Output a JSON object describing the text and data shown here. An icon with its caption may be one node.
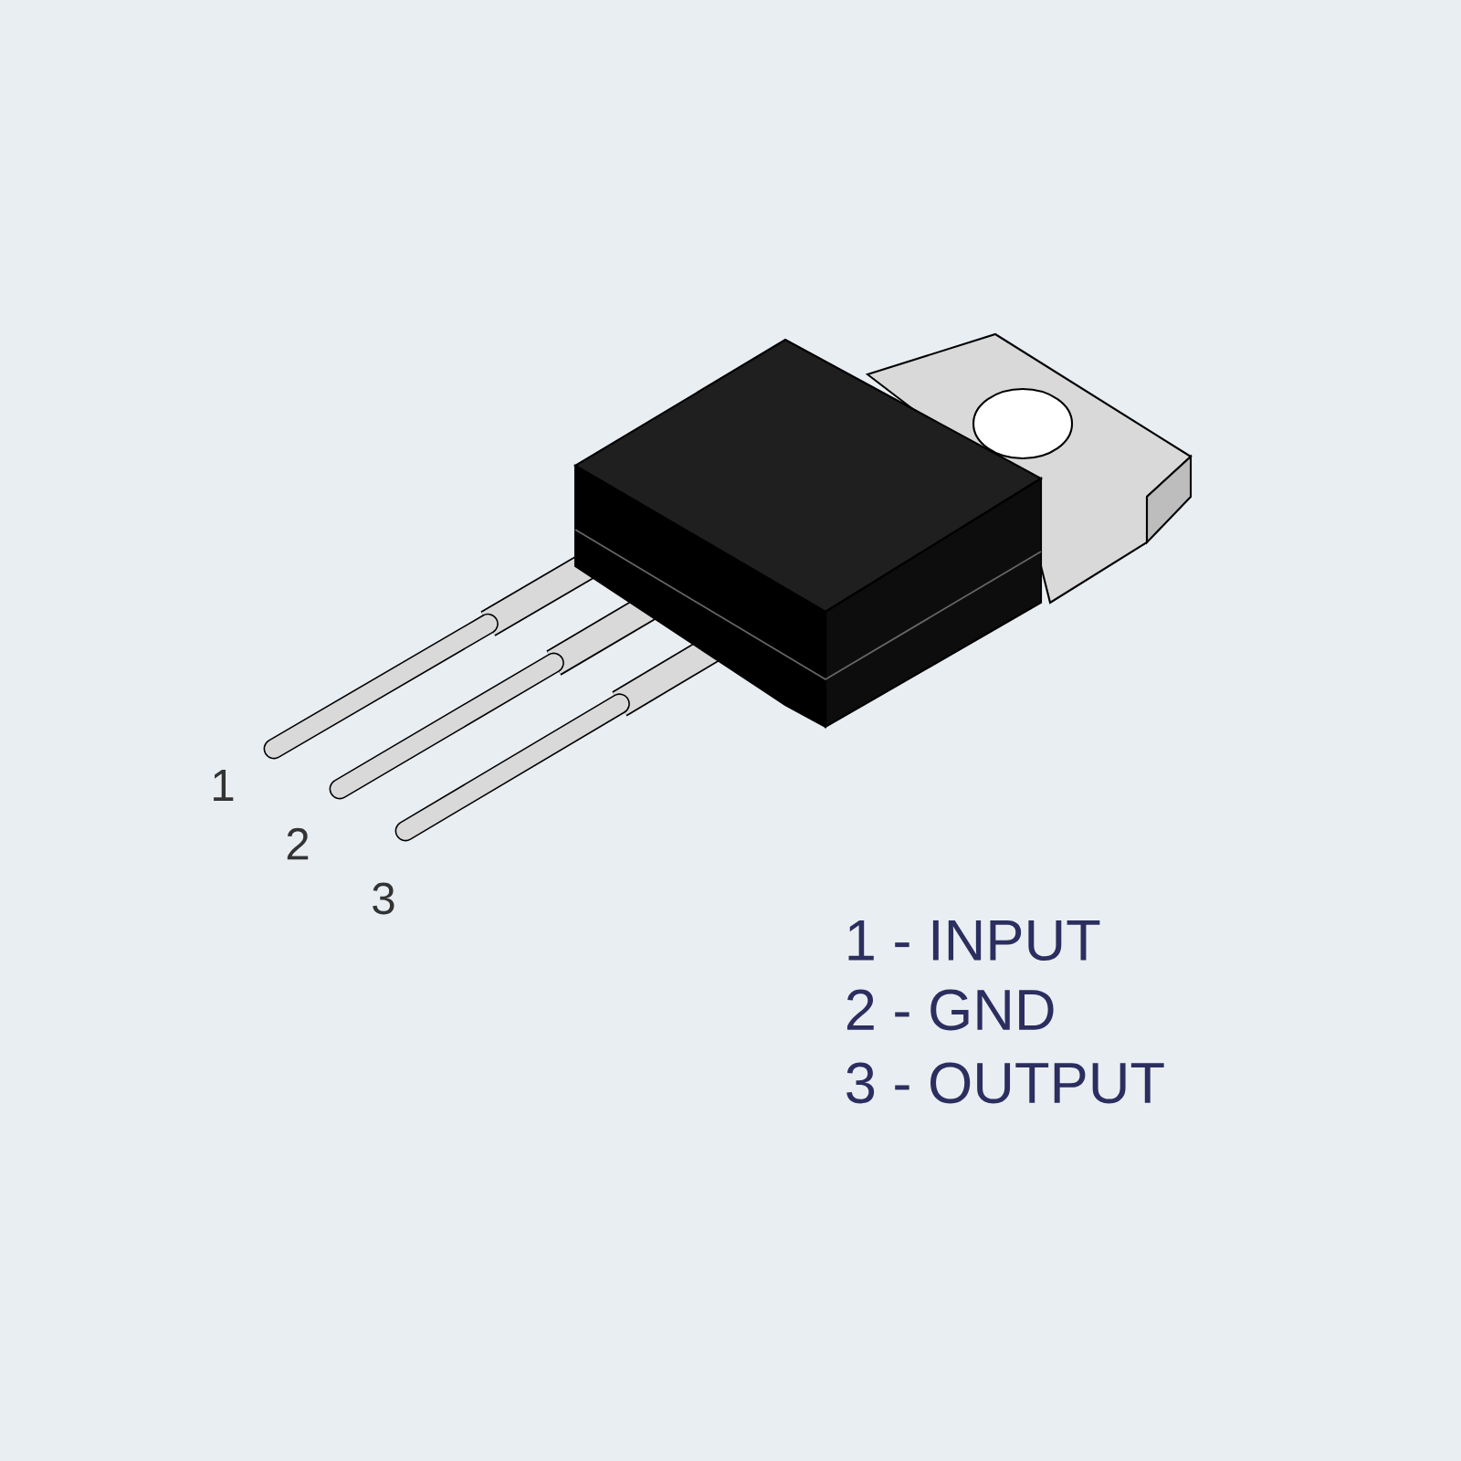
{
  "diagram": {
    "labels": [
      "1",
      "2",
      "3",
      "1 - INPUT",
      "2 - GND",
      "3 - OUTPUT"
    ]
  }
}
